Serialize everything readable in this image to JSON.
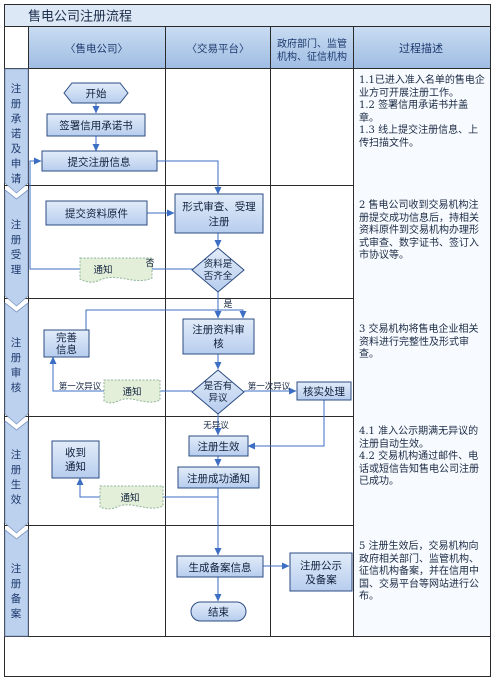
{
  "title": "售电公司注册流程",
  "columns": [
    "〈售电公司〉",
    "〈交易平台〉",
    "政府部门、监管机构、征信机构",
    "过程描述"
  ],
  "lanes": [
    "注册承诺及申请",
    "注册受理",
    "注册审核",
    "注册生效",
    "注册备案"
  ],
  "nodes": {
    "start": "开始",
    "sign": "签署信用承诺书",
    "submit_info": "提交注册信息",
    "submit_originals": "提交资料原件",
    "formal_review": "形式审查、受理注册",
    "docs_complete": "资料是否齐全",
    "notify_1": "通知",
    "docs_review": "注册资料审核",
    "improve_info": "完善信息",
    "has_objection": "是否有异议",
    "notify_2": "通知",
    "verify": "核实处理",
    "reg_effective": "注册生效",
    "reg_success_notify": "注册成功通知",
    "received_notice": "收到通知",
    "notify_3": "通知",
    "gen_record": "生成备案信息",
    "publish_record": "注册公示及备案",
    "end": "结束"
  },
  "edge_labels": {
    "no": "否",
    "yes": "是",
    "first_objection_left": "第一次异议",
    "first_objection_right": "第一次异议",
    "no_objection": "无异议"
  },
  "descriptions": [
    "1.1已进入准入名单的售电企业方可开展注册工作。\n1.2 签署信用承诺书并盖章。\n1.3 线上提交注册信息、上传扫描文件。",
    "2 售电公司收到交易机构注册提交成功信息后，持相关资料原件到交易机构办理形式审查、数字证书、签订入市协议等。",
    "3 交易机构将售电企业相关资料进行完整性及形式审查。",
    "4.1 准入公示期满无异议的注册自动生效。\n4.2 交易机构通过邮件、电话或短信告知售电公司注册已成功。",
    "5 注册生效后，交易机构向政府相关部门、监管机构、征信机构备案，并在信用中国、交易平台等网站进行公布。"
  ]
}
